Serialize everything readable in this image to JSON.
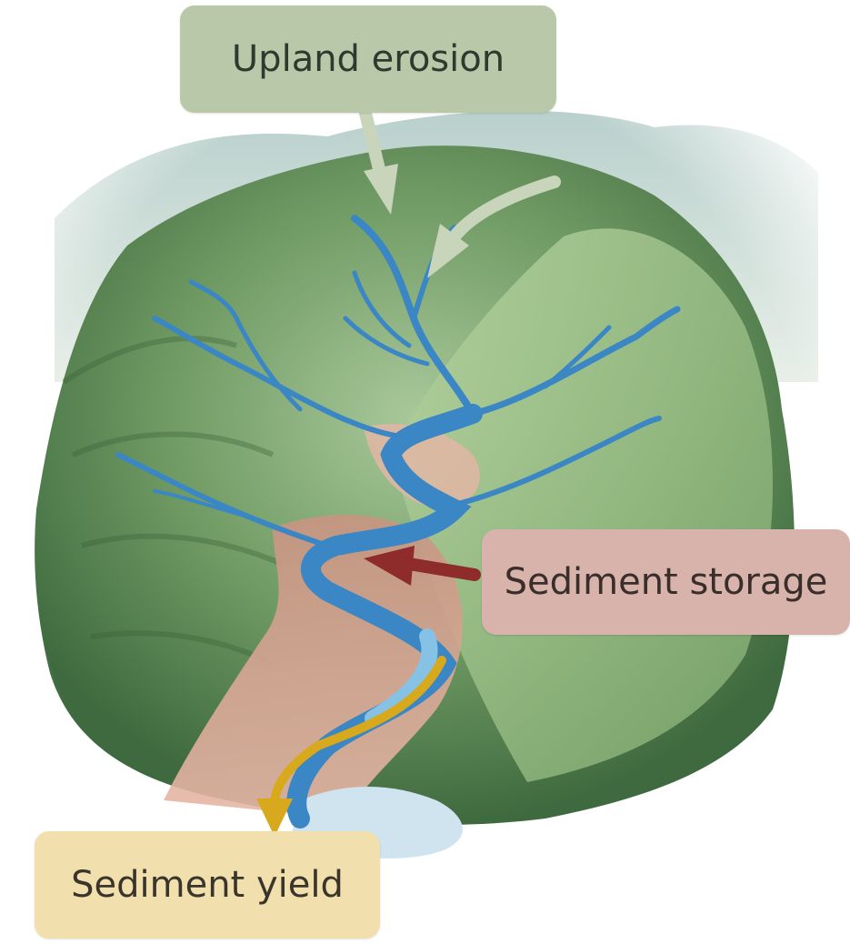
{
  "labels": {
    "upland_erosion": "Upland erosion",
    "sediment_storage": "Sediment storage",
    "sediment_yield": "Sediment yield"
  },
  "colors": {
    "upland_box": "#b9c8a9",
    "storage_box": "#d8b3ac",
    "yield_box": "#f1e0ae",
    "erosion_arrow": "#c9d5bb",
    "storage_arrow": "#8e2b2b",
    "yield_arrow": "#d8a91c",
    "river": "#3b86c4",
    "hills_dark": "#4f7f4b",
    "hills_light": "#9cc08a",
    "deposit": "#d9a08e"
  },
  "icons": [
    "erosion-arrow",
    "storage-arrow",
    "yield-arrow"
  ]
}
